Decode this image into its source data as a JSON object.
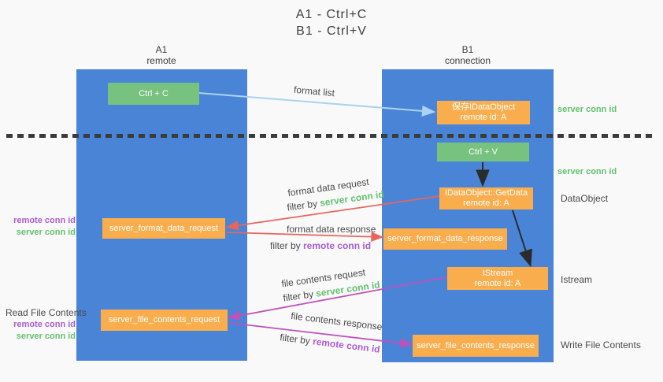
{
  "title": {
    "line1": "A1 - Ctrl+C",
    "line2": "B1 - Ctrl+V"
  },
  "columns": {
    "left": {
      "name": "A1",
      "subtitle": "remote"
    },
    "right": {
      "name": "B1",
      "subtitle": "connection"
    }
  },
  "boxes": {
    "ctrl_c": "Ctrl + C",
    "save_idataobject": {
      "line1": "保存IDataObject",
      "line2": "remote id: A"
    },
    "ctrl_v": "Ctrl + V",
    "getdata": {
      "line1": "IDataObject::GetData",
      "line2": "remote id: A"
    },
    "server_format_data_request": "server_format_data_request",
    "server_format_data_response": "server_format_data_response",
    "istream": {
      "line1": "IStream",
      "line2": "remote id: A"
    },
    "server_file_contents_request": "server_file_contents_request",
    "server_file_contents_response": "server_file_contents_response"
  },
  "arrow_labels": {
    "format_list": "format list",
    "format_data_request": "format data request",
    "format_data_response": "format data response",
    "file_contents_request": "file contents request",
    "file_contents_response": "file contents response",
    "filter_by": "filter by ",
    "server_conn_id": "server conn id",
    "remote_conn_id": "remote conn id"
  },
  "side_labels": {
    "server_conn_id": "server conn id",
    "remote_conn_id": "remote conn id",
    "dataobject": "DataObject",
    "istream": "Istream",
    "read_file_contents": "Read File Contents",
    "write_file_contents": "Write File Contents"
  },
  "colors": {
    "column_blue": "#4a84d7",
    "box_green": "#77c27f",
    "box_orange": "#f9ad4d",
    "arrow_light_blue": "#a9d3f0",
    "arrow_red": "#e7665c",
    "arrow_purple": "#bd52bb",
    "arrow_black": "#2b2b2b",
    "text_green": "#62c16e",
    "text_purple": "#ab5bd4",
    "text_gray": "#4a4a4a"
  }
}
